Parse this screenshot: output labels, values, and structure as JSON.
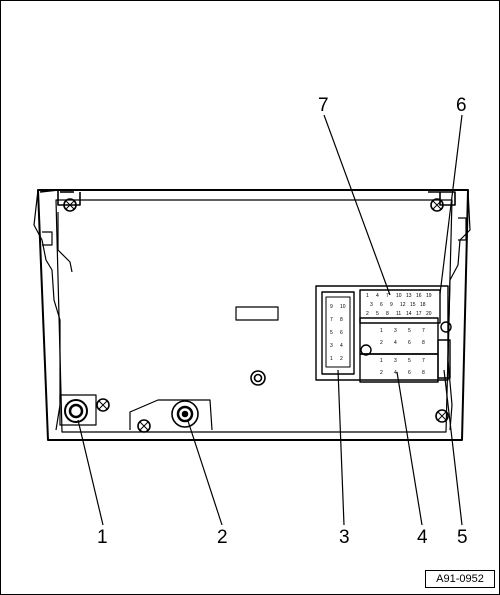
{
  "figure": {
    "reference_code": "A91-0952",
    "callouts": [
      {
        "id": "1",
        "label": "1"
      },
      {
        "id": "2",
        "label": "2"
      },
      {
        "id": "3",
        "label": "3"
      },
      {
        "id": "4",
        "label": "4"
      },
      {
        "id": "5",
        "label": "5"
      },
      {
        "id": "6",
        "label": "6"
      },
      {
        "id": "7",
        "label": "7"
      }
    ],
    "connector_pin_labels": {
      "block_3": [
        "9",
        "10",
        "7",
        "8",
        "5",
        "6",
        "3",
        "4",
        "1",
        "2"
      ],
      "block_7_row1": [
        "1",
        "4",
        "7",
        "10",
        "13",
        "16",
        "19"
      ],
      "block_7_row2": [
        "3",
        "6",
        "9",
        "12",
        "15",
        "18"
      ],
      "block_7_row3": [
        "2",
        "5",
        "8",
        "11",
        "14",
        "17",
        "20"
      ],
      "block_4_upper": [
        "1",
        "3",
        "5",
        "7",
        "2",
        "4",
        "6",
        "8"
      ],
      "block_4_lower": [
        "1",
        "3",
        "5",
        "7",
        "2",
        "4",
        "6",
        "8"
      ]
    }
  }
}
